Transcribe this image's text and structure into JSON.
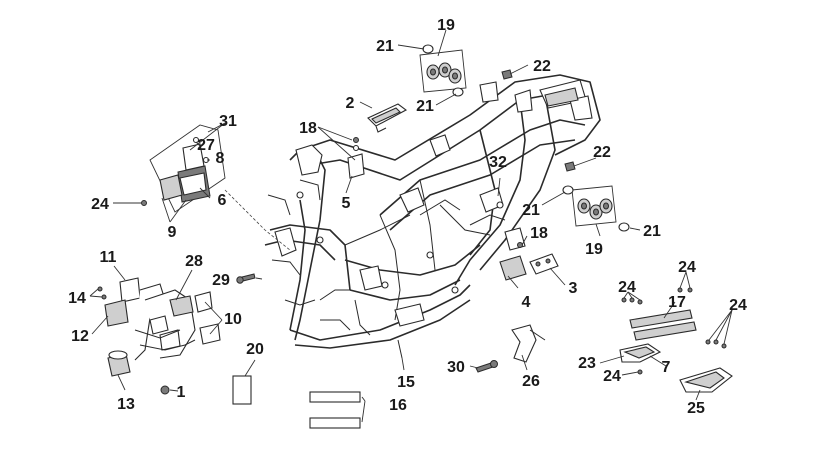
{
  "callouts": {
    "c1": "1",
    "c2": "2",
    "c3": "3",
    "c4": "4",
    "c5": "5",
    "c6": "6",
    "c7": "7",
    "c8": "8",
    "c9": "9",
    "c10": "10",
    "c11": "11",
    "c12": "12",
    "c13": "13",
    "c14": "14",
    "c15": "15",
    "c16": "16",
    "c17": "17",
    "c18a": "18",
    "c18b": "18",
    "c19a": "19",
    "c19b": "19",
    "c20": "20",
    "c21a": "21",
    "c21b": "21",
    "c21c": "21",
    "c21d": "21",
    "c22a": "22",
    "c22b": "22",
    "c23": "23",
    "c24a": "24",
    "c24b": "24",
    "c24c": "24",
    "c24d": "24",
    "c24e": "24",
    "c25": "25",
    "c26": "26",
    "c27": "27",
    "c28": "28",
    "c29": "29",
    "c30": "30",
    "c31": "31",
    "c32": "32"
  }
}
